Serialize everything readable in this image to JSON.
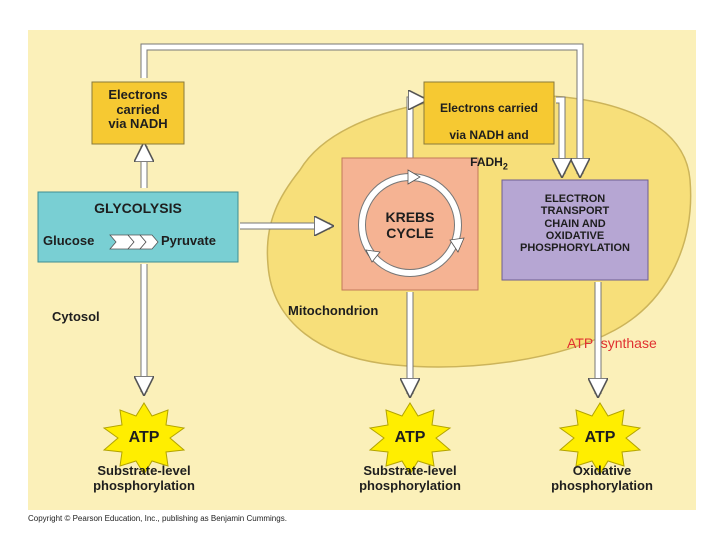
{
  "colors": {
    "background_panel": "#fbf0b9",
    "mitochondrion": "#f7df7a",
    "electron_box": "#f6c932",
    "glycolysis_box": "#79cfd3",
    "krebs_box": "#f5b393",
    "etc_box": "#b6a6d3",
    "atp_burst": "#ffee00",
    "arrow": "#ffffff",
    "highlight_text": "#e03131"
  },
  "boxes": {
    "electrons_nadh": "Electrons\ncarried\nvia NADH",
    "electrons_nadh_fadh_line1": "Electrons carried",
    "electrons_nadh_fadh_line2": "via NADH and",
    "electrons_nadh_fadh_line3": "FADH",
    "electrons_nadh_fadh_sub": "2",
    "glycolysis_title": "GLYCOLYSIS",
    "glucose": "Glucose",
    "pyruvate": "Pyruvate",
    "krebs": "KREBS\nCYCLE",
    "etc": "ELECTRON\nTRANSPORT\nCHAIN AND\nOXIDATIVE\nPHOSPHORYLATION"
  },
  "regions": {
    "cytosol": "Cytosol",
    "mitochondrion": "Mitochondrion"
  },
  "annotation": "ATP  synthase",
  "atp": {
    "label": "ATP",
    "substrate_level": "Substrate-level\nphosphorylation",
    "oxidative": "Oxidative\nphosphorylation"
  },
  "copyright": "Copyright © Pearson Education, Inc., publishing as Benjamin Cummings."
}
